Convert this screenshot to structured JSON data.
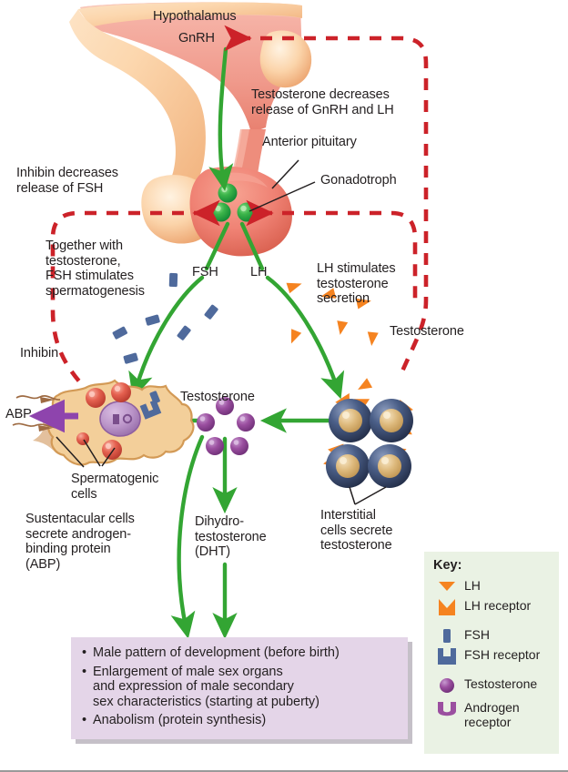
{
  "diagram": {
    "title": "Hormonal regulation of male reproduction (hypothalamic-pituitary-testicular axis)",
    "labels": {
      "hypothalamus": "Hypothalamus",
      "gnrh": "GnRH",
      "testosterone_negative_feedback": "Testosterone decreases\nrelease of GnRH and LH",
      "anterior_pituitary": "Anterior pituitary",
      "gonadotroph": "Gonadotroph",
      "inhibin_feedback": "Inhibin decreases\nrelease of FSH",
      "fsh_spermatogenesis": "Together with\ntestosterone,\nFSH stimulates\nspermatogenesis",
      "fsh": "FSH",
      "lh": "LH",
      "lh_stimulates": "LH stimulates\ntestosterone\nsecretion",
      "testosterone_right": "Testosterone",
      "inhibin": "Inhibin",
      "abp": "ABP",
      "testosterone_center": "Testosterone",
      "spermatogenic_cells": "Spermatogenic\ncells",
      "sustentacular": "Sustentacular cells\nsecrete androgen-\nbinding protein\n(ABP)",
      "dht": "Dihydro-\ntestosterone\n(DHT)",
      "interstitial": "Interstitial\ncells secrete\ntestosterone"
    },
    "effects_box": {
      "items": [
        "Male pattern of development (before birth)",
        "Enlargement of male sex organs\nand expression of male secondary\nsex characteristics (starting at puberty)",
        "Anabolism (protein synthesis)"
      ]
    },
    "key": {
      "title": "Key:",
      "items": [
        {
          "label": "LH",
          "icon": "lh-triangle-icon"
        },
        {
          "label": "LH receptor",
          "icon": "lh-receptor-icon"
        },
        {
          "label": "FSH",
          "icon": "fsh-bar-icon"
        },
        {
          "label": "FSH receptor",
          "icon": "fsh-receptor-icon"
        },
        {
          "label": "Testosterone",
          "icon": "testosterone-sphere-icon"
        },
        {
          "label": "Androgen\nreceptor",
          "icon": "androgen-receptor-icon"
        }
      ]
    },
    "colors": {
      "stimulatory_arrow": "#33a533",
      "inhibitory_arrow": "#cc2229",
      "lh_orange": "#f58320",
      "fsh_blue": "#4f6a9c",
      "testosterone_purple": "#9b4fa0",
      "androgen_receptor_purple": "#9b4fa0",
      "key_background": "#eaf2e4",
      "effects_background": "#e4d5e8",
      "tissue_pink": "#ef8173",
      "tissue_peach": "#f7c79d",
      "gonadotroph_green": "#2db34a",
      "interstitial_navy": "#3b4f77",
      "sustentacular_tan": "#f3cf9a",
      "spermatogenic_red": "#e35d4f",
      "text": "#231f20"
    }
  }
}
